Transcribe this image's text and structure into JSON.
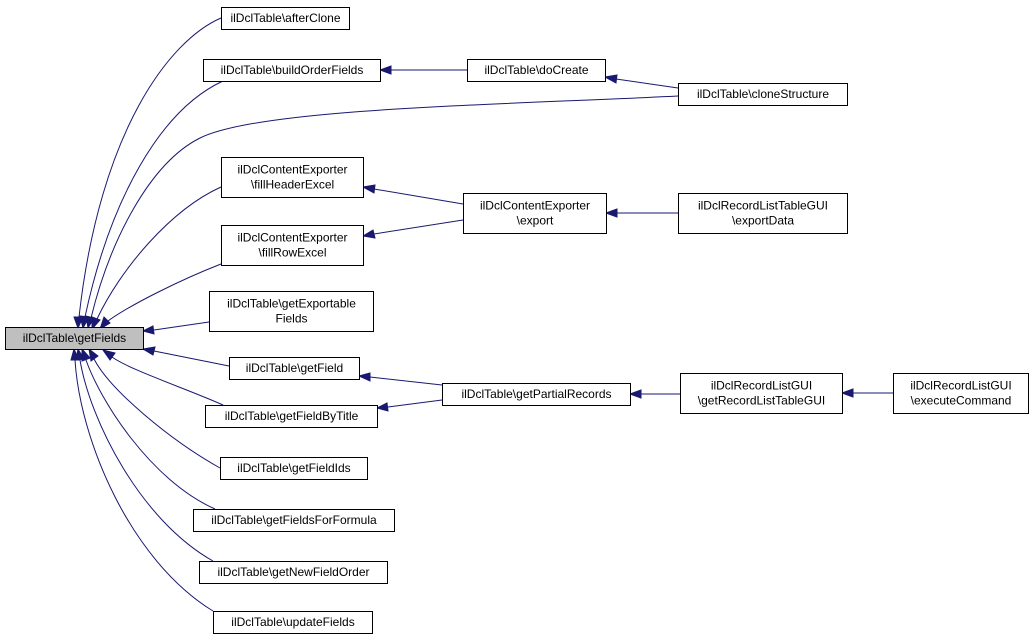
{
  "graph": {
    "colors": {
      "edge": "#191970",
      "node_fill": "#ffffff",
      "root_fill": "#bfbfbf",
      "node_border": "#000000"
    },
    "nodes": {
      "getFields": [
        "ilDclTable\\getFields"
      ],
      "afterClone": [
        "ilDclTable\\afterClone"
      ],
      "buildOrderFields": [
        "ilDclTable\\buildOrderFields"
      ],
      "doCreate": [
        "ilDclTable\\doCreate"
      ],
      "cloneStructure": [
        "ilDclTable\\cloneStructure"
      ],
      "fillHeaderExcel": [
        "ilDclContentExporter",
        "\\fillHeaderExcel"
      ],
      "export": [
        "ilDclContentExporter",
        "\\export"
      ],
      "exportData": [
        "ilDclRecordListTableGUI",
        "\\exportData"
      ],
      "fillRowExcel": [
        "ilDclContentExporter",
        "\\fillRowExcel"
      ],
      "getExportableFields": [
        "ilDclTable\\getExportable",
        "Fields"
      ],
      "getField": [
        "ilDclTable\\getField"
      ],
      "getPartialRecords": [
        "ilDclTable\\getPartialRecords"
      ],
      "getRecordListTableGUI": [
        "ilDclRecordListGUI",
        "\\getRecordListTableGUI"
      ],
      "executeCommand": [
        "ilDclRecordListGUI",
        "\\executeCommand"
      ],
      "getFieldByTitle": [
        "ilDclTable\\getFieldByTitle"
      ],
      "getFieldIds": [
        "ilDclTable\\getFieldIds"
      ],
      "getFieldsForFormula": [
        "ilDclTable\\getFieldsForFormula"
      ],
      "getNewFieldOrder": [
        "ilDclTable\\getNewFieldOrder"
      ],
      "updateFields": [
        "ilDclTable\\updateFields"
      ]
    }
  }
}
